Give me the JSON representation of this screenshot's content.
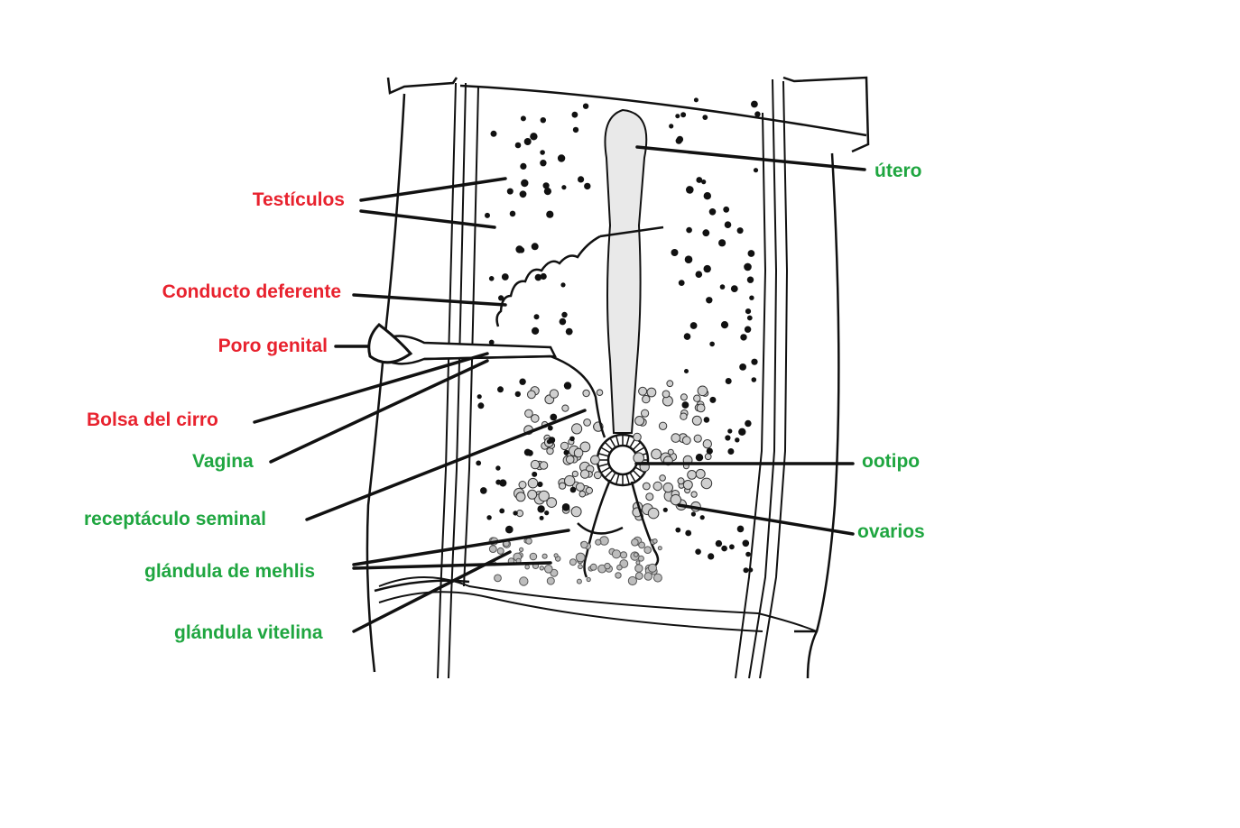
{
  "colors": {
    "male": "#e8222e",
    "female": "#1fa640",
    "ink": "#111111"
  },
  "labels": {
    "testiculos": "Testículos",
    "conducto_deferente": "Conducto deferente",
    "poro_genital": "Poro genital",
    "bolsa_del_cirro": "Bolsa del cirro",
    "vagina": "Vagina",
    "receptaculo_seminal": "receptáculo seminal",
    "glandula_mehlis": "glándula de mehlis",
    "glandula_vitelina": "glándula vitelina",
    "utero": "útero",
    "ootipo": "ootipo",
    "ovarios": "ovarios"
  }
}
